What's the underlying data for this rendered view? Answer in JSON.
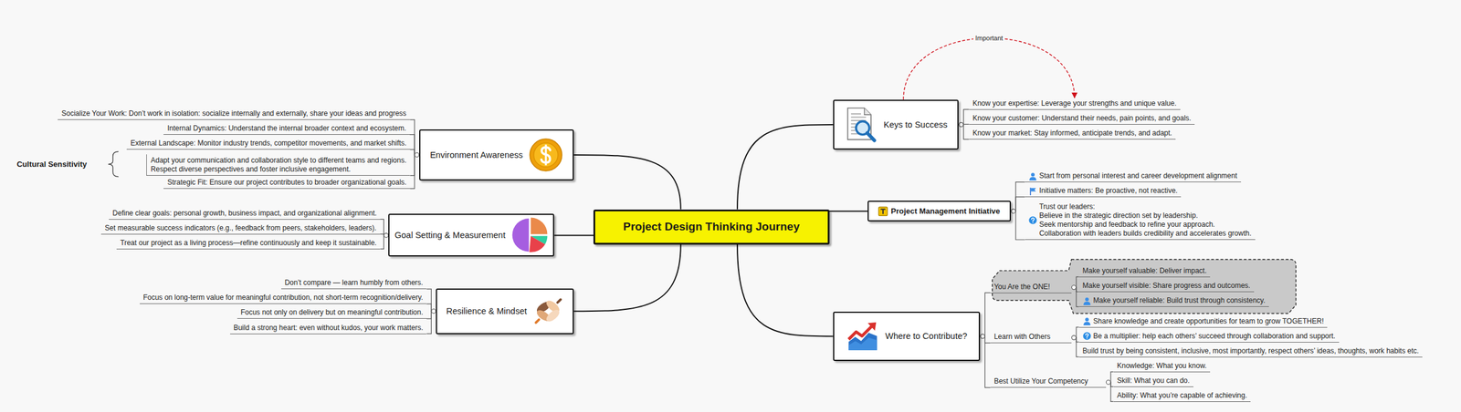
{
  "diagram": {
    "nodes": [
      {
        "text": [
          "Project Design Thinking Journey"
        ]
      },
      {
        "text": [
          "Keys to Success"
        ]
      },
      {
        "text": [
          "Know your expertise: Leverage your strengths and unique value."
        ]
      },
      {
        "text": [
          "Know your customer: Understand their needs, pain points, and goals."
        ]
      },
      {
        "text": [
          "Know your market: Stay informed, anticipate trends, and adapt."
        ]
      },
      {
        "text": [
          "Project Management Initiative"
        ]
      },
      {
        "text": [
          "Start from personal interest and career development alignment"
        ]
      },
      {
        "text": [
          "Initiative matters: Be proactive, not reactive."
        ]
      },
      {
        "text": [
          "Trust our leaders:",
          "Believe in the strategic direction set by leadership.",
          "Seek mentorship and feedback to refine your approach.",
          "Collaboration with leaders builds credibility and accelerates growth."
        ]
      },
      {
        "text": [
          "Where to Contribute?"
        ]
      },
      {
        "text": [
          "You Are the ONE!"
        ]
      },
      {
        "text": [
          "Make yourself valuable: Deliver impact."
        ]
      },
      {
        "text": [
          "Make yourself visible: Share progress and outcomes."
        ]
      },
      {
        "text": [
          "Make yourself reliable: Build trust through consistency."
        ]
      },
      {
        "text": [
          "Learn with Others"
        ]
      },
      {
        "text": [
          "Share knowledge and create opportunities for team to grow TOGETHER!"
        ]
      },
      {
        "text": [
          "Be a multiplier: help each others’ succeed through collaboration and support."
        ]
      },
      {
        "text": [
          "Build trust by being consistent, inclusive, most importantly, respect others’ ideas, thoughts, work habits etc."
        ]
      },
      {
        "text": [
          "Best Utilize Your Competency"
        ]
      },
      {
        "text": [
          "Knowledge: What you know."
        ]
      },
      {
        "text": [
          "Skill: What you can do."
        ]
      },
      {
        "text": [
          "Ability: What you’re capable of achieving."
        ]
      },
      {
        "text": [
          "Environment Awareness"
        ]
      },
      {
        "text": [
          "Socialize Your Work: Don’t work in isolation: socialize internally and externally, share your ideas and progress"
        ]
      },
      {
        "text": [
          "Internal Dynamics: Understand the internal broader context and ecosystem."
        ]
      },
      {
        "text": [
          "External Landscape: Monitor industry trends, competitor movements, and market shifts."
        ]
      },
      {
        "text": [
          "Adapt your communication and collaboration style to different teams and regions.",
          "Respect diverse perspectives and foster inclusive engagement."
        ]
      },
      {
        "text": [
          "Strategic Fit: Ensure our project contributes to broader organizational goals."
        ]
      },
      {
        "text": [
          "Goal Setting & Measurement"
        ]
      },
      {
        "text": [
          "Define clear goals: personal growth, business impact, and organizational alignment."
        ]
      },
      {
        "text": [
          "Set measurable success indicators (e.g., feedback from peers, stakeholders, leaders)."
        ]
      },
      {
        "text": [
          "Treat our project as a living process—refine continuously and keep it sustainable."
        ]
      },
      {
        "text": [
          "Resilience & Mindset"
        ]
      },
      {
        "text": [
          "Don’t compare — learn humbly from others."
        ]
      },
      {
        "text": [
          "Focus on long-term value for meaningful contribution, not short-term recognition/delivery."
        ]
      },
      {
        "text": [
          "Focus not only on delivery but on meaningful contribution."
        ]
      },
      {
        "text": [
          "Build a strong heart: even without kudos, your work matters."
        ]
      }
    ],
    "edges": [
      {
        "from": 0,
        "to": 1,
        "arrow": "none"
      },
      {
        "from": 0,
        "to": 5,
        "arrow": "none"
      },
      {
        "from": 0,
        "to": 9,
        "arrow": "none"
      },
      {
        "from": 0,
        "to": 22,
        "arrow": "none"
      },
      {
        "from": 0,
        "to": 28,
        "arrow": "none"
      },
      {
        "from": 0,
        "to": 32,
        "arrow": "none"
      },
      {
        "from": 1,
        "to": 2,
        "arrow": "none"
      },
      {
        "from": 1,
        "to": 3,
        "arrow": "none"
      },
      {
        "from": 1,
        "to": 4,
        "arrow": "none"
      },
      {
        "from": 5,
        "to": 6,
        "arrow": "none"
      },
      {
        "from": 5,
        "to": 7,
        "arrow": "none"
      },
      {
        "from": 5,
        "to": 8,
        "arrow": "none"
      },
      {
        "from": 9,
        "to": 10,
        "arrow": "none"
      },
      {
        "from": 9,
        "to": 14,
        "arrow": "none"
      },
      {
        "from": 9,
        "to": 18,
        "arrow": "none"
      },
      {
        "from": 10,
        "to": 11,
        "arrow": "none"
      },
      {
        "from": 10,
        "to": 12,
        "arrow": "none"
      },
      {
        "from": 10,
        "to": 13,
        "arrow": "none"
      },
      {
        "from": 14,
        "to": 15,
        "arrow": "none"
      },
      {
        "from": 14,
        "to": 16,
        "arrow": "none"
      },
      {
        "from": 14,
        "to": 17,
        "arrow": "none"
      },
      {
        "from": 18,
        "to": 19,
        "arrow": "none"
      },
      {
        "from": 18,
        "to": 20,
        "arrow": "none"
      },
      {
        "from": 18,
        "to": 21,
        "arrow": "none"
      },
      {
        "from": 22,
        "to": 23,
        "arrow": "none"
      },
      {
        "from": 22,
        "to": 24,
        "arrow": "none"
      },
      {
        "from": 22,
        "to": 25,
        "arrow": "none"
      },
      {
        "from": 22,
        "to": 26,
        "arrow": "none"
      },
      {
        "from": 22,
        "to": 27,
        "arrow": "none"
      },
      {
        "from": 28,
        "to": 29,
        "arrow": "none"
      },
      {
        "from": 28,
        "to": 30,
        "arrow": "none"
      },
      {
        "from": 28,
        "to": 31,
        "arrow": "none"
      },
      {
        "from": 32,
        "to": 33,
        "arrow": "none"
      },
      {
        "from": 32,
        "to": 34,
        "arrow": "none"
      },
      {
        "from": 32,
        "to": 35,
        "arrow": "none"
      },
      {
        "from": 32,
        "to": 36,
        "arrow": "none"
      },
      {
        "from": 1,
        "to": 2,
        "label": "Important",
        "arrow": "to"
      }
    ],
    "labels": [
      "Cultural Sensitivity"
    ]
  }
}
